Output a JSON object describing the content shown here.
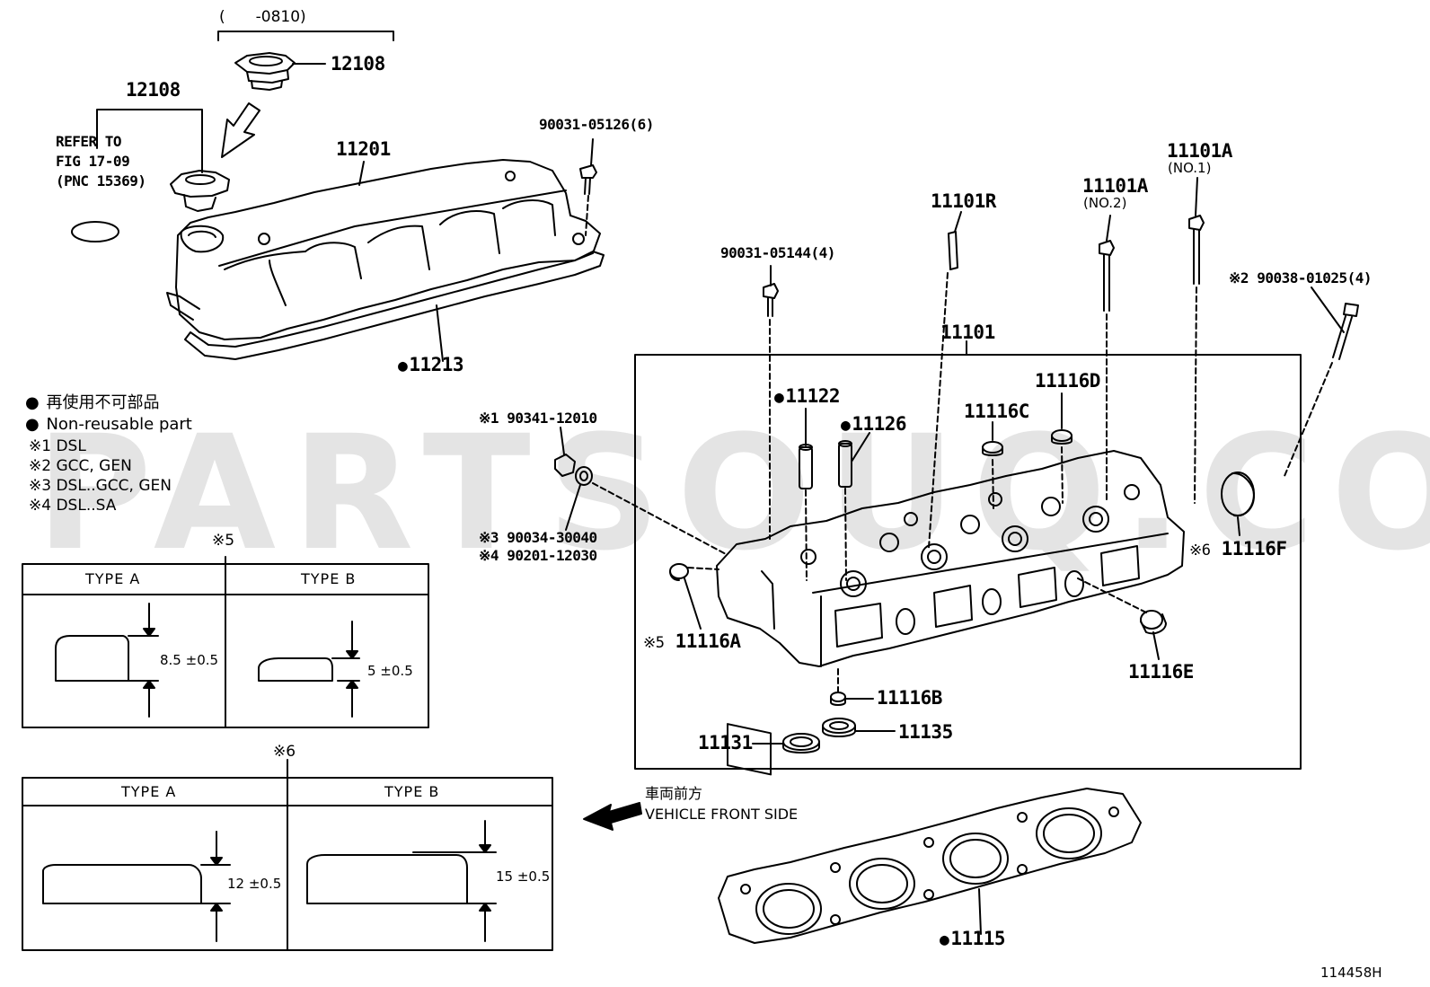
{
  "header": {
    "date_range": "(　　-0810)"
  },
  "parts": {
    "cap_top": "12108",
    "cap_left": "12108",
    "cover": "11201",
    "cover_gasket": "11213",
    "cover_bolt": "90031-05126(6)",
    "head": "11101",
    "stud": "11101R",
    "bolt_no2": "11101A",
    "bolt_no2_note": "(NO.2)",
    "bolt_no1": "11101A",
    "bolt_no1_note": "(NO.1)",
    "head_bolt": "90031-05144(4)",
    "bolt_x2": "90038-01025(4)",
    "bolt_x2_mark": "※2",
    "guide1": "11122",
    "guide2": "11126",
    "plug_c": "11116C",
    "plug_d": "11116D",
    "plug_f": "11116F",
    "plug_f_mark": "※6",
    "plug_a": "11116A",
    "plug_a_mark": "※5",
    "plug_e": "11116E",
    "plug_b": "11116B",
    "ring_11131": "11131",
    "ring_11135": "11135",
    "head_gasket": "11115",
    "drain_plug_mark": "※1",
    "drain_plug": "90341-12010",
    "washer_mark3": "※3",
    "washer3": "90034-30040",
    "washer_mark4": "※4",
    "washer4": "90201-12030"
  },
  "refer": {
    "line1": "REFER TO",
    "line2": "FIG 17-09",
    "line3": "(PNC 15369)"
  },
  "legend": {
    "jp": "再使用不可部品",
    "en": "Non-reusable part",
    "notes": [
      "※1 DSL",
      "※2 GCC, GEN",
      "※3 DSL..GCC, GEN",
      "※4 DSL..SA"
    ]
  },
  "table5": {
    "mark": "※5",
    "type_a": "TYPE  A",
    "type_b": "TYPE  B",
    "dim_a": "8.5 ±0.5",
    "dim_b": "5 ±0.5"
  },
  "table6": {
    "mark": "※6",
    "type_a": "TYPE  A",
    "type_b": "TYPE  B",
    "dim_a": "12 ±0.5",
    "dim_b": "15 ±0.5"
  },
  "direction": {
    "jp": "車両前方",
    "en": "VEHICLE FRONT SIDE"
  },
  "watermark": "PARTSOUQ.COM",
  "figure_id": "114458H"
}
